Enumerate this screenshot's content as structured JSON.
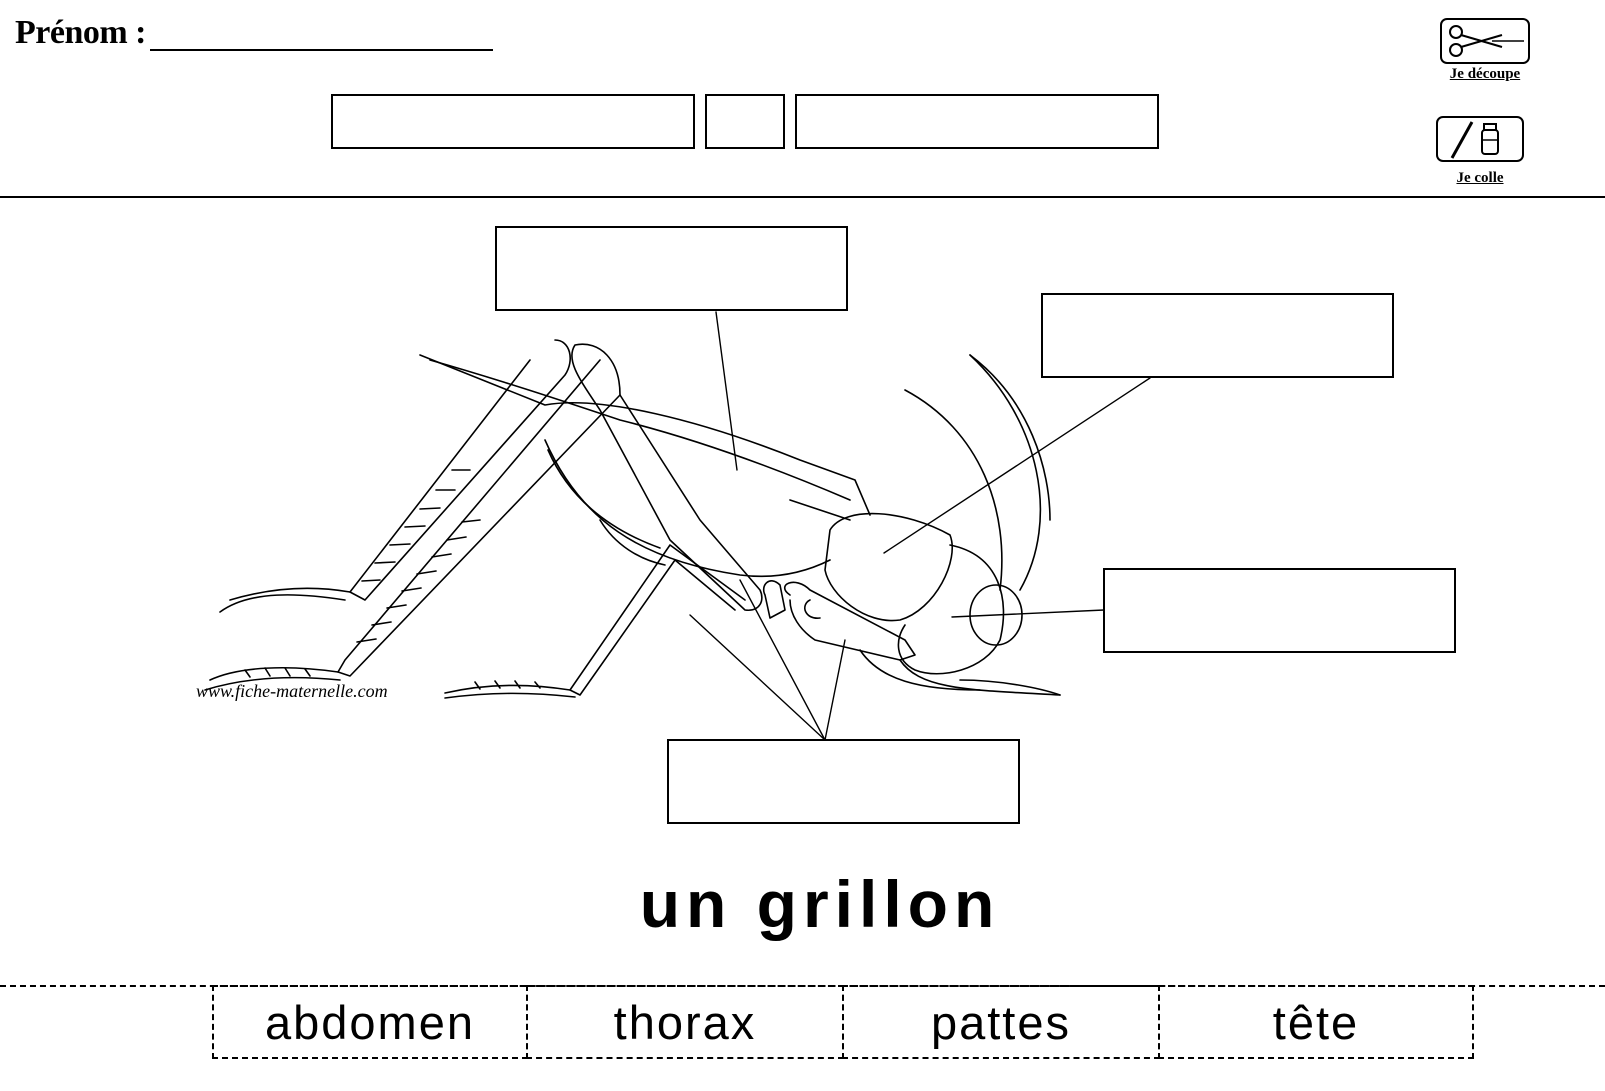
{
  "header": {
    "name_label": "Prénom :"
  },
  "instructions": {
    "cut": {
      "icon": "scissors-icon",
      "label": "Je découpe"
    },
    "glue": {
      "icon": "glue-icon",
      "label": "Je colle"
    }
  },
  "watermark": "www.fiche-maternelle.com",
  "title": "un grillon",
  "cutout_words": [
    "abdomen",
    "thorax",
    "pattes",
    "tête"
  ]
}
